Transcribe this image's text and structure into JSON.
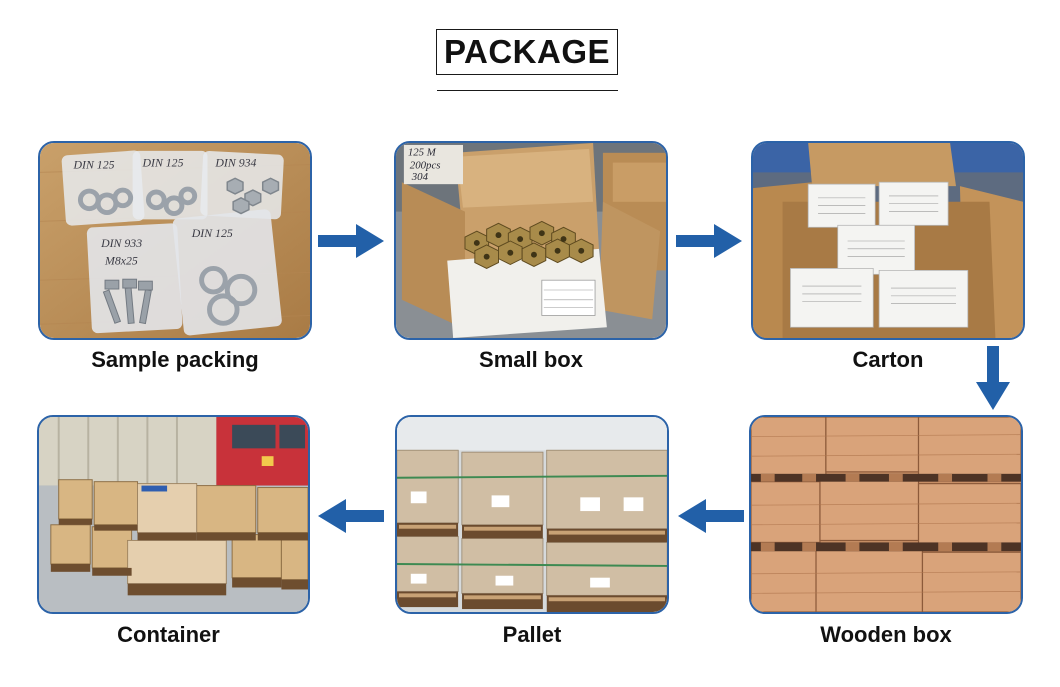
{
  "title": "PACKAGE",
  "colors": {
    "arrow": "#2260a8",
    "frame": "#2c63a8"
  },
  "steps": [
    {
      "label": "Sample packing",
      "photo": "bolts-in-plastic-bags-photo",
      "handwriting": [
        "DIN 125",
        "DIN 125",
        "DIN 934",
        "DIN 933",
        "M8x25",
        "DIN 125"
      ]
    },
    {
      "label": "Small box",
      "photo": "nuts-in-small-cardboard-box-photo",
      "handwriting": [
        "125 M",
        "200pcs",
        "304"
      ]
    },
    {
      "label": "Carton",
      "photo": "small-boxes-in-carton-photo"
    },
    {
      "label": "Wooden box",
      "photo": "stacked-wooden-crates-photo"
    },
    {
      "label": "Pallet",
      "photo": "wrapped-pallets-in-warehouse-photo"
    },
    {
      "label": "Container",
      "photo": "pallets-at-truck-container-photo"
    }
  ],
  "flow": [
    "right-arrow",
    "right-arrow",
    "down-arrow",
    "left-arrow",
    "left-arrow"
  ]
}
